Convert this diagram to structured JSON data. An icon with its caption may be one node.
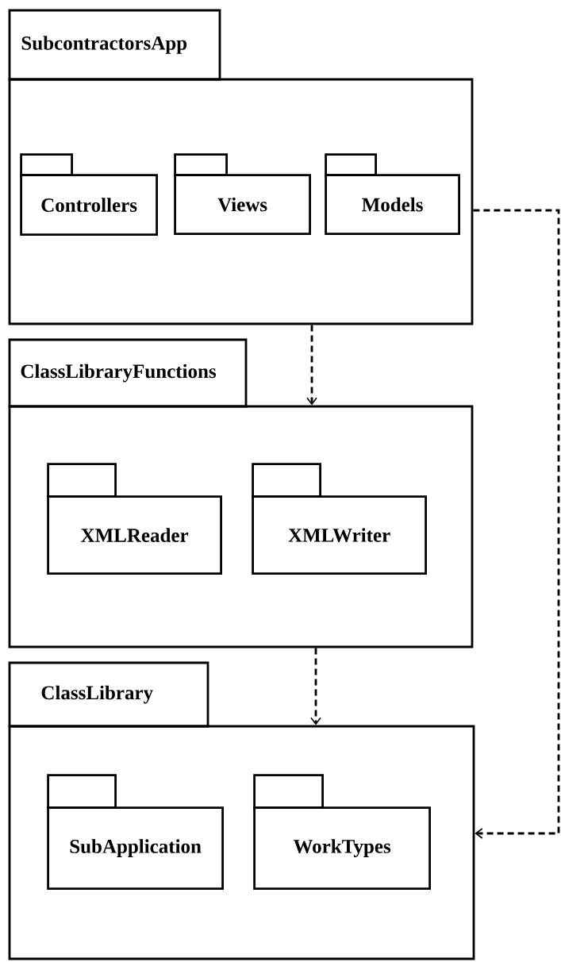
{
  "diagram": {
    "nodes": [
      {
        "text": [
          "SubcontractorsApp"
        ]
      },
      {
        "text": [
          "Controllers"
        ],
        "in": 0
      },
      {
        "text": [
          "Views"
        ],
        "in": 0
      },
      {
        "text": [
          "Models"
        ],
        "in": 0
      },
      {
        "text": [
          "ClassLibraryFunctions"
        ]
      },
      {
        "text": [
          "XMLReader"
        ],
        "in": 4
      },
      {
        "text": [
          "XMLWriter"
        ],
        "in": 4
      },
      {
        "text": [
          "ClassLibrary"
        ]
      },
      {
        "text": [
          "SubApplication"
        ],
        "in": 7
      },
      {
        "text": [
          "WorkTypes"
        ],
        "in": 7
      }
    ],
    "edges": [
      {
        "from": 0,
        "to": 4,
        "arrow": "to",
        "style": "dashed"
      },
      {
        "from": 4,
        "to": 7,
        "arrow": "to",
        "style": "dashed"
      },
      {
        "from": 0,
        "to": 7,
        "arrow": "to",
        "style": "dashed"
      }
    ]
  }
}
